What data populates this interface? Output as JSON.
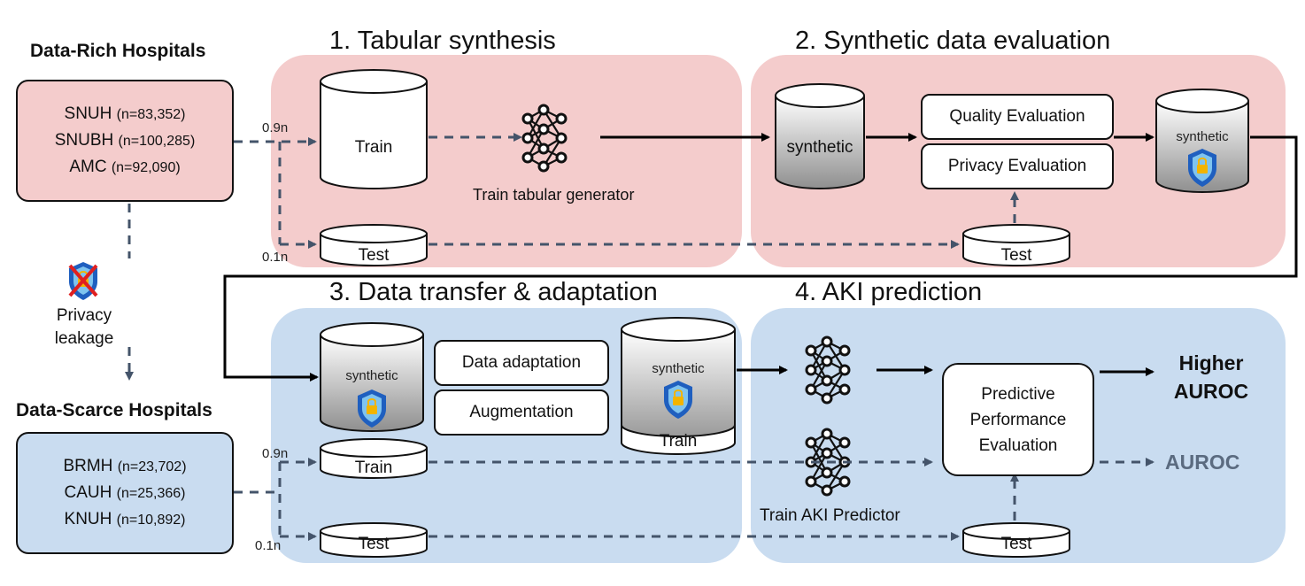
{
  "left": {
    "rich_title": "Data-Rich Hospitals",
    "rich_hospitals": [
      {
        "name": "SNUH",
        "n": "(n=83,352)"
      },
      {
        "name": "SNUBH",
        "n": "(n=100,285)"
      },
      {
        "name": "AMC",
        "n": "(n=92,090)"
      }
    ],
    "privacy_label_1": "Privacy",
    "privacy_label_2": "leakage",
    "scarce_title": "Data-Scarce Hospitals",
    "scarce_hospitals": [
      {
        "name": "BRMH",
        "n": "(n=23,702)"
      },
      {
        "name": "CAUH",
        "n": "(n=25,366)"
      },
      {
        "name": "KNUH",
        "n": "(n=10,892)"
      }
    ]
  },
  "splits": {
    "top_train": "0.9n",
    "top_test": "0.1n",
    "bottom_train": "0.9n",
    "bottom_test": "0.1n"
  },
  "panel1": {
    "title": "1. Tabular synthesis",
    "train": "Train",
    "test": "Test",
    "generator_label": "Train tabular generator"
  },
  "panel2": {
    "title": "2. Synthetic data evaluation",
    "synthetic": "synthetic",
    "quality": "Quality Evaluation",
    "privacy": "Privacy Evaluation",
    "synthetic_secure": "synthetic",
    "test": "Test"
  },
  "panel3": {
    "title": "3. Data transfer & adaptation",
    "synthetic": "synthetic",
    "adaptation": "Data adaptation",
    "augmentation": "Augmentation",
    "synthetic_train": "synthetic",
    "train_label": "Train",
    "train": "Train",
    "test": "Test"
  },
  "panel4": {
    "title": "4. AKI prediction",
    "evaluation_line1": "Predictive",
    "evaluation_line2": "Performance",
    "evaluation_line3": "Evaluation",
    "predictor_label": "Train AKI Predictor",
    "higher_1": "Higher",
    "higher_2": "AUROC",
    "auroc": "AUROC",
    "test": "Test"
  },
  "colors": {
    "red_panel": "#f4cccc",
    "blue_panel": "#c9dcf0",
    "dashed_arrow": "#44546a",
    "muted_text": "#5b6b80",
    "shield": "#1f5fbf",
    "lock": "#f2b400"
  }
}
